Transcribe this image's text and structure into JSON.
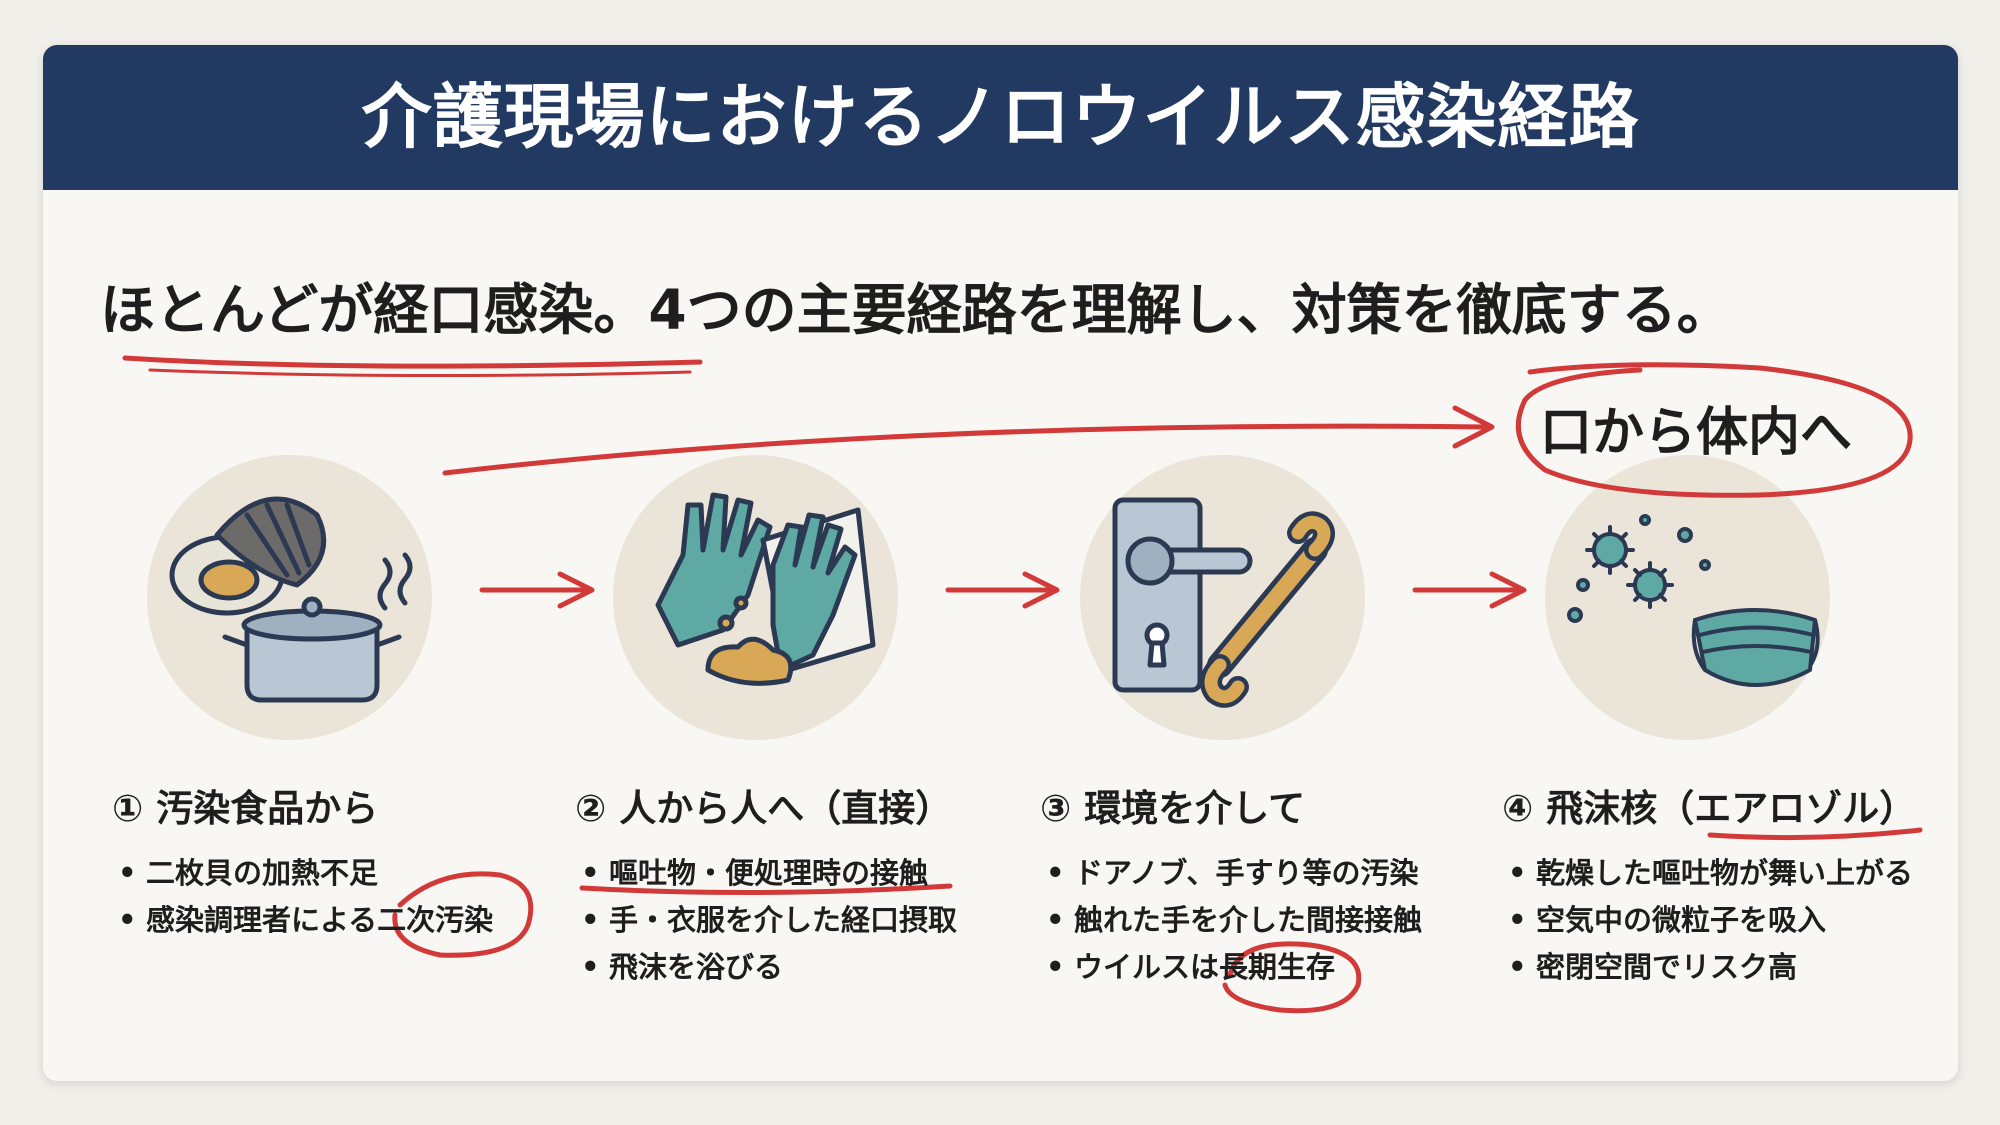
{
  "title": "介護現場におけるノロウイルス感染経路",
  "subtitle": "ほとんどが経口感染。4つの主要経路を理解し、対策を徹底する。",
  "callout": "口から体内へ",
  "routes": [
    {
      "title": "① 汚染食品から",
      "icon": "shellfish-pot-icon",
      "items": [
        "二枚貝の加熱不足",
        "感染調理者による二次汚染"
      ]
    },
    {
      "title": "② 人から人へ（直接）",
      "icon": "gloves-vomit-icon",
      "items": [
        "嘔吐物・便処理時の接触",
        "手・衣服を介した経口摂取",
        "飛沫を浴びる"
      ]
    },
    {
      "title": "③ 環境を介して",
      "icon": "doorknob-handrail-icon",
      "items": [
        "ドアノブ、手すり等の汚染",
        "触れた手を介した間接接触",
        "ウイルスは長期生存"
      ]
    },
    {
      "title": "④ 飛沫核（エアロゾル）",
      "icon": "virus-mask-icon",
      "items": [
        "乾燥した嘔吐物が舞い上がる",
        "空気中の微粒子を吸入",
        "密閉空間でリスク高"
      ]
    }
  ],
  "colors": {
    "header": "#223a62",
    "accent": "#d23a3a",
    "teal": "#5ea9a4",
    "tan": "#d9a857",
    "circle": "#ebe5d9"
  }
}
